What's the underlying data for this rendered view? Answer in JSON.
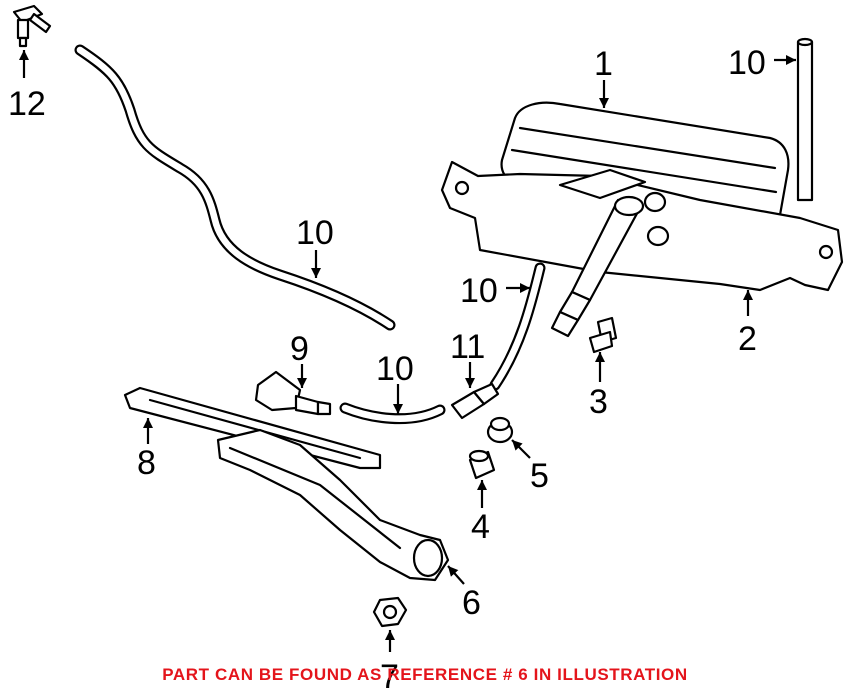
{
  "callouts": [
    {
      "id": "c12",
      "text": "12"
    },
    {
      "id": "c1",
      "text": "1"
    },
    {
      "id": "c10a",
      "text": "10"
    },
    {
      "id": "c10b",
      "text": "10"
    },
    {
      "id": "c10c",
      "text": "10"
    },
    {
      "id": "c10d",
      "text": "10"
    },
    {
      "id": "c2",
      "text": "2"
    },
    {
      "id": "c9",
      "text": "9"
    },
    {
      "id": "c11",
      "text": "11"
    },
    {
      "id": "c3",
      "text": "3"
    },
    {
      "id": "c8",
      "text": "8"
    },
    {
      "id": "c5",
      "text": "5"
    },
    {
      "id": "c4",
      "text": "4"
    },
    {
      "id": "c6",
      "text": "6"
    },
    {
      "id": "c7",
      "text": "7"
    }
  ],
  "footer": {
    "text": "PART CAN BE FOUND AS REFERENCE # 6 IN ILLUSTRATION",
    "color": "#e4141b"
  },
  "colors": {
    "ink": "#000000",
    "paper": "#ffffff"
  }
}
